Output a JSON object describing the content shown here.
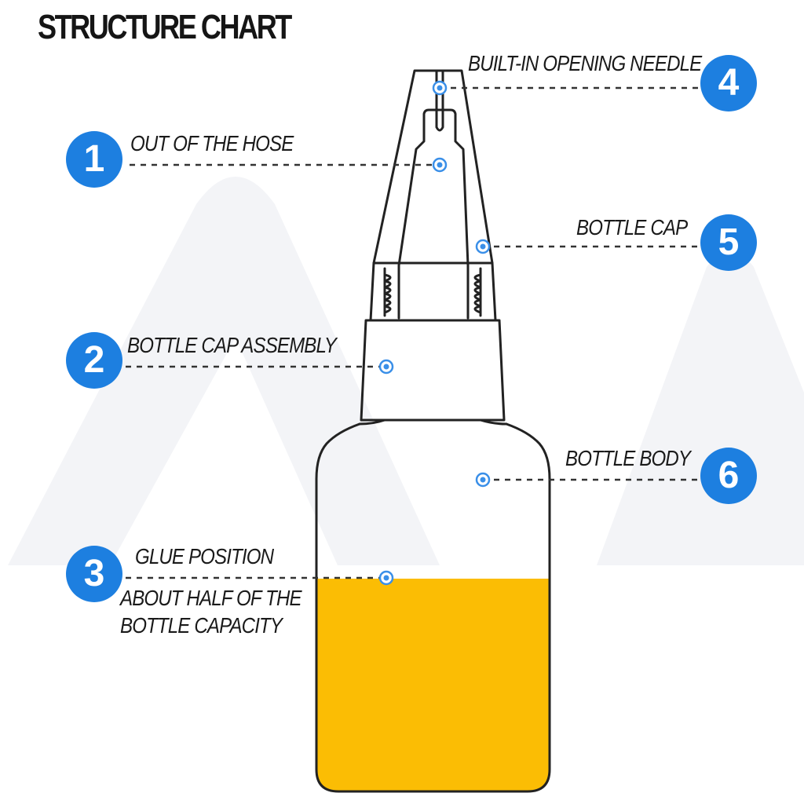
{
  "title": "STRUCTURE CHART",
  "colors": {
    "badge": "#1d7fe0",
    "glue": "#fbbd04",
    "outline": "#222222",
    "leader": "#333333",
    "watermark": "#f3f4f7"
  },
  "callouts": [
    {
      "number": "1",
      "label": "OUT OF THE HOSE"
    },
    {
      "number": "2",
      "label": "BOTTLE CAP ASSEMBLY"
    },
    {
      "number": "3",
      "label": "GLUE POSITION",
      "sublabel_line1": "ABOUT HALF OF THE",
      "sublabel_line2": "BOTTLE CAPACITY"
    },
    {
      "number": "4",
      "label": "BUILT-IN OPENING NEEDLE"
    },
    {
      "number": "5",
      "label": "BOTTLE CAP"
    },
    {
      "number": "6",
      "label": "BOTTLE BODY"
    }
  ],
  "glue_fill_level": 0.5
}
